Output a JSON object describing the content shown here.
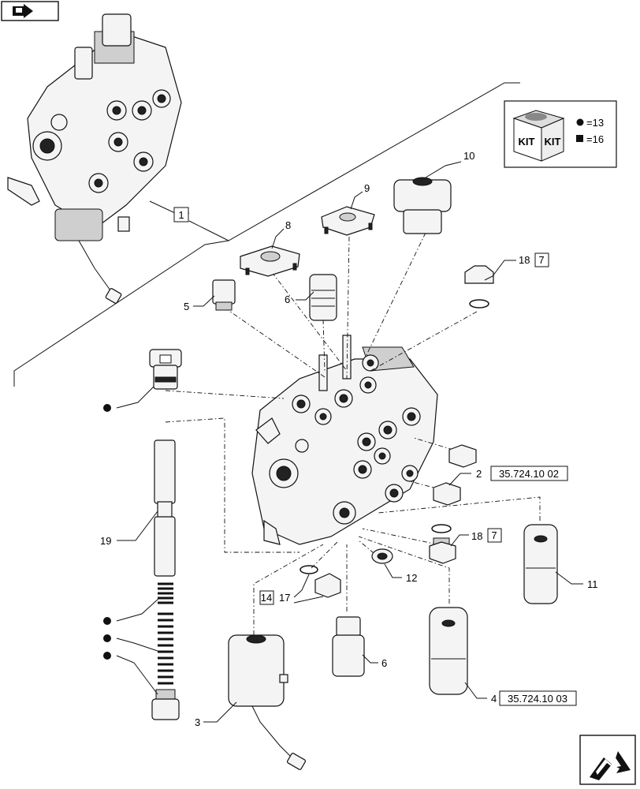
{
  "kit": {
    "kit_label_left": "KIT",
    "kit_label_right": "KIT",
    "circle_kit": "=13",
    "square_kit": "=16"
  },
  "callouts": {
    "c1": "1",
    "c2": "2",
    "c3": "3",
    "c4": "4",
    "c5": "5",
    "c6a": "6",
    "c6b": "6",
    "c7a": "7",
    "c7b": "7",
    "c8": "8",
    "c9": "9",
    "c10": "10",
    "c11": "11",
    "c12": "12",
    "c14": "14",
    "c17": "17",
    "c18a": "18",
    "c18b": "18",
    "c19": "19"
  },
  "references": {
    "ref_2": "35.724.10 02",
    "ref_4": "35.724.10 03"
  },
  "icons": {
    "top_left": "arrow-navigation-icon",
    "bottom_right": "next-page-arrow-icon",
    "kit": "kit-boxes-icon"
  }
}
